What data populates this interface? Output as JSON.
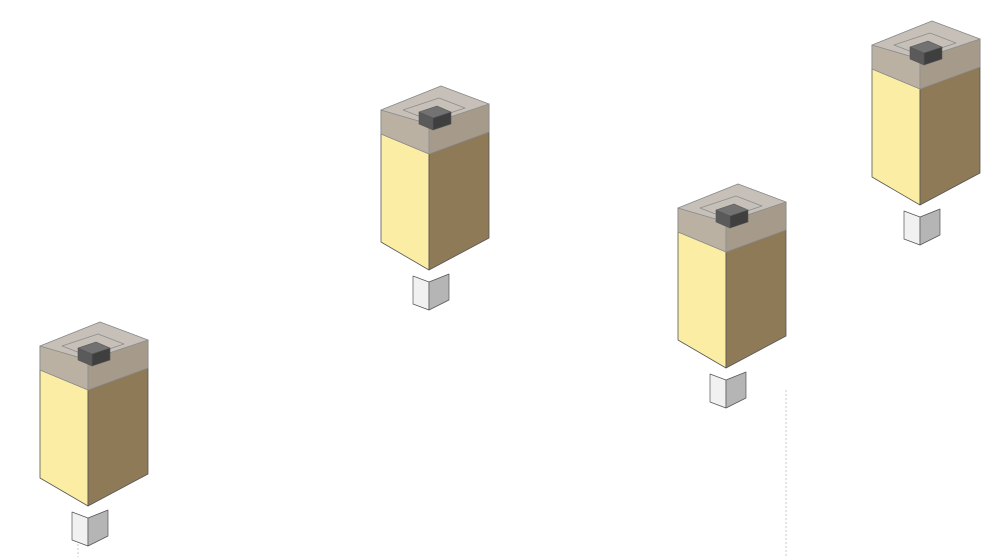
{
  "viewport": {
    "background": "#ffffff"
  },
  "palette": {
    "front_face": "#fbeea4",
    "side_face": "#8f7a58",
    "top_band_front": "#9b8665",
    "top_band_side": "#8a7452",
    "top_band_top": "#7f6a4a",
    "glass_front": "#d5d5d5",
    "glass_side": "#c2c2c2",
    "glass_top": "#dedede",
    "glass_outline": "#8d8d8d",
    "cap_front": "#5a5a5a",
    "cap_side": "#3f3f3f",
    "cap_top": "#727272",
    "edge_line": "#555555",
    "base_front": "#f1f1f1",
    "base_side": "#b5b5b5",
    "guide_line": "#c8c8c8"
  },
  "objects": [
    {
      "kind": "column-block",
      "icon": "column-block-icon"
    },
    {
      "kind": "column-block",
      "icon": "column-block-icon"
    },
    {
      "kind": "column-block",
      "icon": "column-block-icon"
    },
    {
      "kind": "column-block",
      "icon": "column-block-icon"
    }
  ],
  "guides": [
    {
      "kind": "vertical-dotted-guide"
    },
    {
      "kind": "vertical-dotted-guide"
    }
  ]
}
